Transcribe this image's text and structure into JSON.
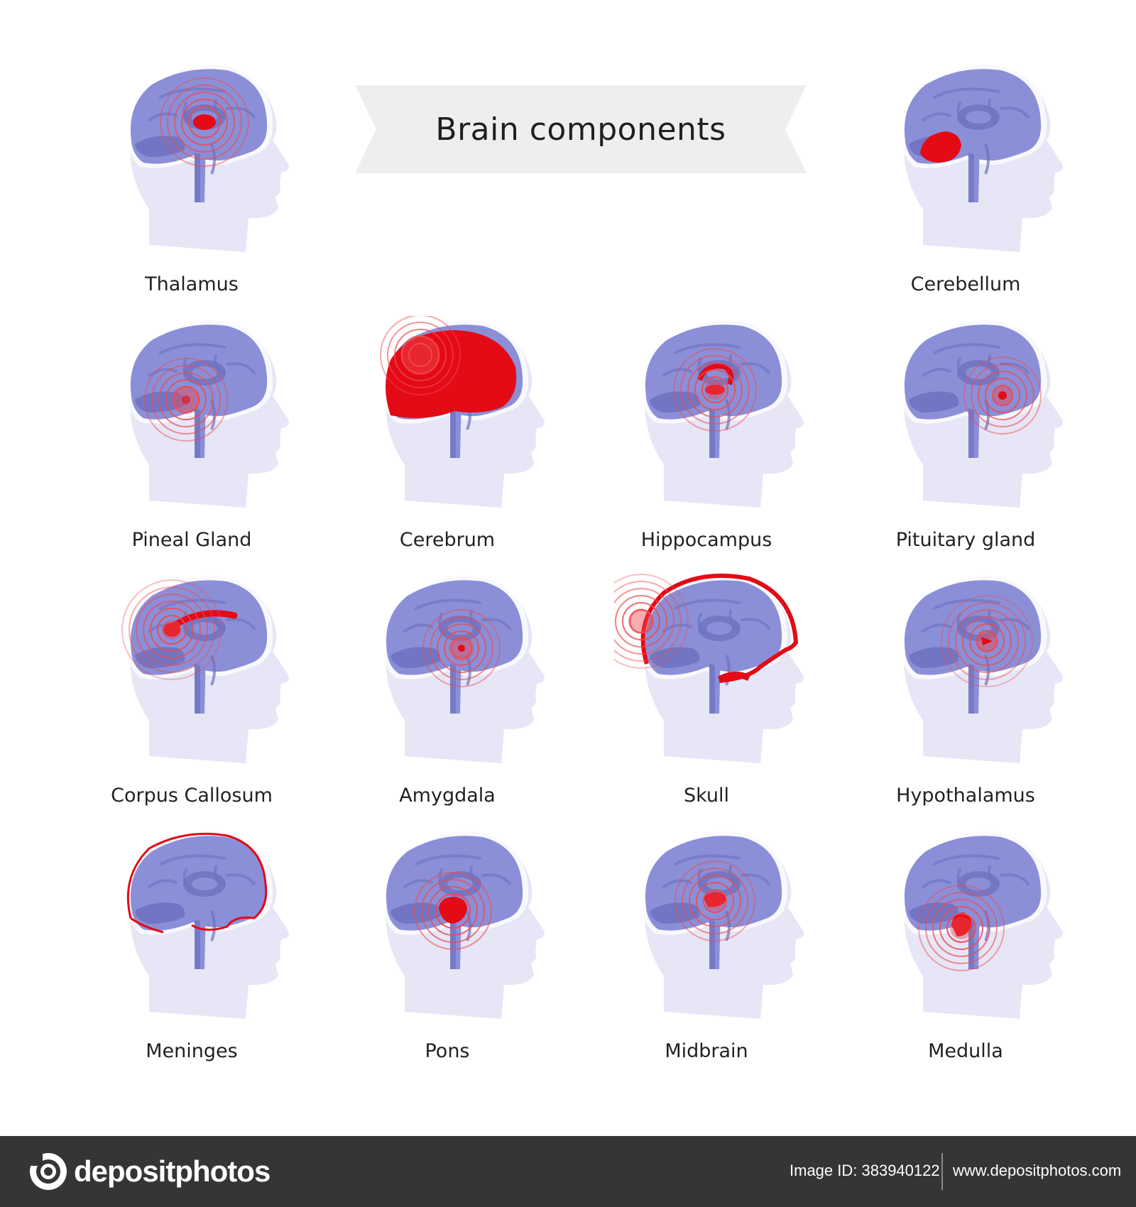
{
  "title": "Brain components",
  "colors": {
    "head": "#e6e6f6",
    "brain": "#8b8fd8",
    "brain_detail": "#6d71bf",
    "highlight": "#e40a16",
    "ring": "#ee4a4f",
    "banner": "#eeeeee",
    "footer": "#363434"
  },
  "components": [
    {
      "label": "Thalamus",
      "highlight": "thalamus"
    },
    {
      "label": "Cerebellum",
      "highlight": "cerebellum"
    },
    {
      "label": "Pineal Gland",
      "highlight": "pineal"
    },
    {
      "label": "Cerebrum",
      "highlight": "cerebrum"
    },
    {
      "label": "Hippocampus",
      "highlight": "hippocampus"
    },
    {
      "label": "Pituitary gland",
      "highlight": "pituitary"
    },
    {
      "label": "Corpus Callosum",
      "highlight": "corpus"
    },
    {
      "label": "Amygdala",
      "highlight": "amygdala"
    },
    {
      "label": "Skull",
      "highlight": "skull"
    },
    {
      "label": "Hypothalamus",
      "highlight": "hypothalamus"
    },
    {
      "label": "Meninges",
      "highlight": "meninges"
    },
    {
      "label": "Pons",
      "highlight": "pons"
    },
    {
      "label": "Midbrain",
      "highlight": "midbrain"
    },
    {
      "label": "Medulla",
      "highlight": "medulla"
    }
  ],
  "footer": {
    "brand": "depositphotos",
    "brand_icon": "camera-logo-icon",
    "image_id": "Image ID: 383940122",
    "site": "www.depositphotos.com"
  }
}
